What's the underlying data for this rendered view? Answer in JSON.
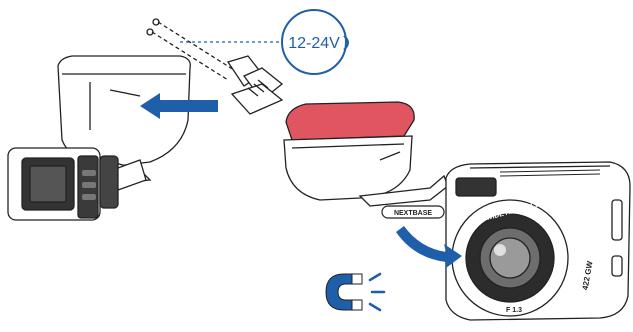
{
  "illustration": {
    "voltage_label": "12-24V",
    "brand_label": "NEXTBASE",
    "lens_label": "140° WIDE ANGLE LENS",
    "aperture_label": "F 1.3",
    "model_label": "422 GW",
    "icons": [
      "power-cable-icon",
      "magnet-icon",
      "arrow-icon"
    ],
    "colors": {
      "outline": "#222222",
      "arrow_blue": "#1f5faa",
      "adhesive_red": "#e05560",
      "magnet_blue": "#1f5faa",
      "voltage_circle": "#1f5faa"
    }
  }
}
